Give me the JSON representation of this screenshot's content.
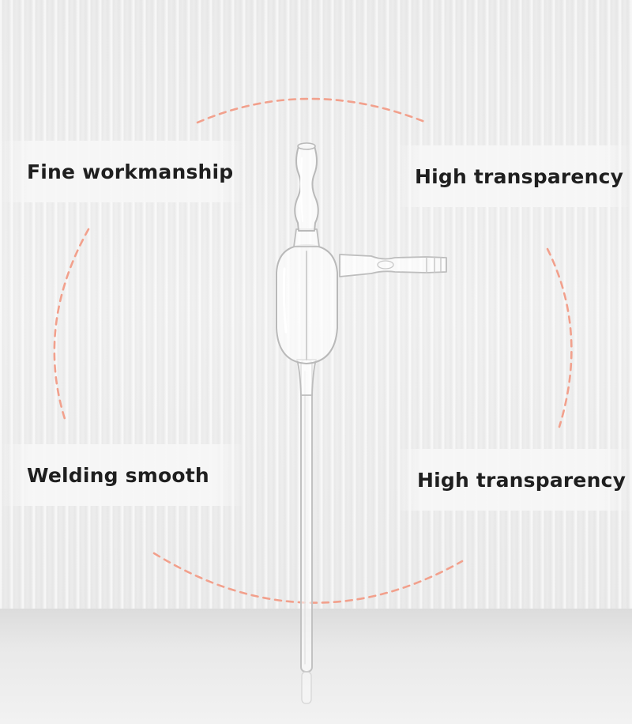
{
  "features": {
    "top_left": "Fine workmanship",
    "top_right": "High transparency",
    "bottom_left": "Welding smooth",
    "bottom_right": "High transparency"
  },
  "colors": {
    "accent_dashes": "#f2a08c",
    "text": "#1f1f1f",
    "glass_edge": "#b9b9b9"
  },
  "subject": {
    "icon": "glass-distillation-adapter-icon"
  }
}
